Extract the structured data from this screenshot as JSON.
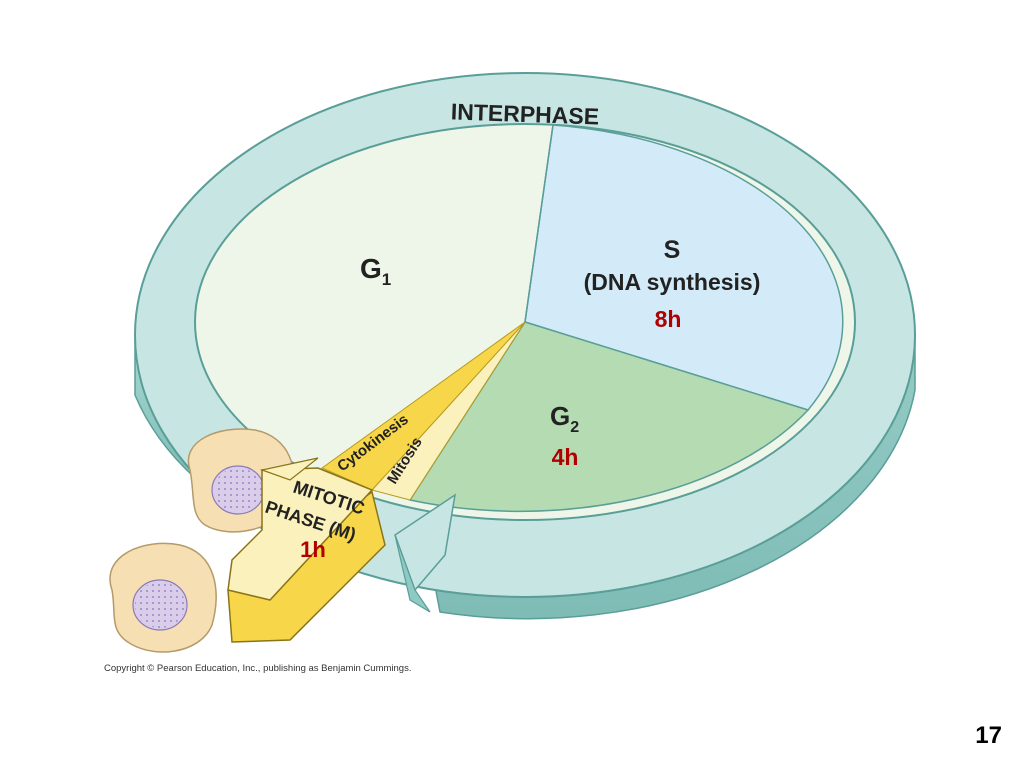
{
  "diagram": {
    "ring_label": "INTERPHASE",
    "phases": {
      "g1": {
        "letter": "G",
        "subscript": "1"
      },
      "s": {
        "letter": "S",
        "subtitle": "(DNA synthesis)",
        "duration": "8h"
      },
      "g2": {
        "letter": "G",
        "subscript": "2",
        "duration": "4h"
      },
      "mitosis": {
        "label": "Mitosis"
      },
      "cytokinesis": {
        "label": "Cytokinesis"
      },
      "mitotic_phase": {
        "line1": "MITOTIC",
        "line2": "PHASE (M)",
        "duration": "1h"
      }
    },
    "copyright": "Copyright © Pearson Education, Inc., publishing as Benjamin Cummings."
  },
  "page_number": "17",
  "colors": {
    "ring": "#c7e6e3",
    "ring_dark": "#8fc9c4",
    "g1_fill": "#eef6e9",
    "s_fill": "#d3ebf8",
    "g2_fill": "#b5dbb2",
    "mitotic_yellow": "#f7d64a",
    "mitotic_light": "#fbf1bc",
    "duration_red": "#b00000",
    "cell_fill": "#f6dfb2",
    "nucleus_fill": "#d9cdea"
  }
}
